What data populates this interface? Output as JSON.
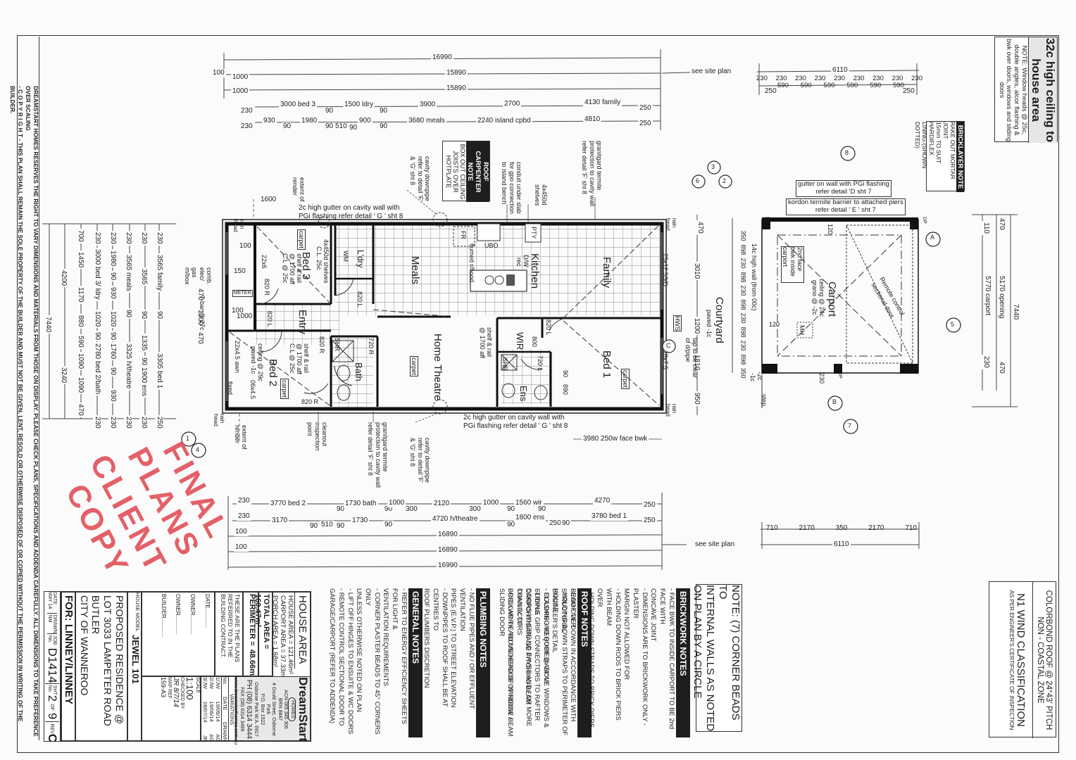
{
  "header_note": {
    "title_line1": "32c high ceiling to",
    "title_line2": "house area",
    "note_line1": "NOTE: Window heads @ 25c,",
    "note_line2": "double angles, alcor flashing &",
    "note_line3": "bwk over doors, windows and sliding doors"
  },
  "bricklayer_note": {
    "heading": "BRICKLAYER NOTE",
    "line1": "RAKE OUT MORTAR JOINT",
    "line2": "15mm TO SUIT HARDIFLEX",
    "line3": "LINING (SHOWN DOTTED)"
  },
  "roof_carpenter_note": {
    "heading1": "ROOF CARPENTER",
    "heading2": "NOTE",
    "line1": "BOX OUT CEILING",
    "line2": "JOISTS OVER",
    "line3": "HOTPLATE"
  },
  "top_dimensions": {
    "overall": "16990",
    "row2": "15890",
    "row3": "15890",
    "offset_100": "100",
    "offset_1000a": "1000",
    "offset_1000b": "1000",
    "row4": [
      "230",
      "3000 bed 3",
      "90",
      "1500 ldry",
      "90",
      "3900",
      "2700",
      "4130 family",
      "250"
    ],
    "row5": [
      "230",
      "930",
      "90",
      "1980",
      "90",
      "510",
      "90",
      "900",
      "90",
      "3680 meals",
      "2240 island cpbd",
      "4810",
      "250"
    ],
    "see_site_plan": "see site plan"
  },
  "carport_top_dimensions": {
    "overall": "6110",
    "piers": [
      "230",
      "230",
      "590",
      "230",
      "590",
      "230",
      "590",
      "230",
      "590",
      "230",
      "590",
      "230",
      "590",
      "230",
      "230"
    ],
    "ends": [
      "250",
      "250"
    ]
  },
  "bottom_dimensions": {
    "row1": [
      "230",
      "3770 bed 2",
      "90",
      "1730 bath",
      "90",
      "1000",
      "300",
      "2120",
      "300",
      "1000",
      "90",
      "1560 wir",
      "90",
      "4270",
      "250"
    ],
    "row2": [
      "230",
      "3170",
      "90",
      "510",
      "90",
      "1730",
      "90",
      "4720 h/theatre",
      "90",
      "1800 ens",
      "250",
      "90",
      "3780 bed 1",
      "250"
    ],
    "row3": "16890",
    "row4": "16890",
    "row5": "16990",
    "offset_100a": "100",
    "offset_100b": "100",
    "see_site_plan": "see site plan"
  },
  "carport_bottom_dimensions": {
    "overall": "6110",
    "segments": [
      "710",
      "2170",
      "350",
      "2170",
      "710"
    ]
  },
  "left_dimensions": {
    "overall": "7440",
    "row_4200": "4200",
    "row_3240": "3240",
    "col1": [
      "700",
      "1450",
      "1170",
      "880",
      "590",
      "1090",
      "1090",
      "470"
    ],
    "col2": [
      "230",
      "3000 bed 3/ ldry",
      "1020",
      "90",
      "2780 bed 2/bath",
      "230"
    ],
    "col3": [
      "230",
      "1980",
      "90",
      "930",
      "1020",
      "90",
      "1760",
      "90",
      "930",
      "230"
    ],
    "col4": [
      "230",
      "3565 meals",
      "90",
      "3325 h/theatre",
      "230"
    ],
    "col5": [
      "230",
      "3565",
      "90",
      "1335",
      "90",
      "1900 ens",
      "230"
    ],
    "col6": [
      "230",
      "3565 family",
      "90",
      "3305 bed 1",
      "250"
    ],
    "misc": [
      "150",
      "100",
      "100",
      "1000",
      "470",
      "1300",
      "470"
    ]
  },
  "right_dimensions": {
    "overall": "7440",
    "opening": "5170 opening",
    "carport": "5770 carport",
    "top": [
      "470",
      "110"
    ],
    "bottom": [
      "230",
      "470"
    ],
    "courtyard_col": [
      "470",
      "3010",
      "1200",
      "1810",
      "950"
    ],
    "pier_col": [
      "350",
      "898",
      "230",
      "898",
      "230",
      "898",
      "230",
      "898",
      "230",
      "898",
      "350"
    ]
  },
  "rooms": {
    "bed3": {
      "name": "Bed 3",
      "notes": [
        "shelf & rail",
        "@ 1700 aff",
        "C.L @ 25c"
      ],
      "floor": "carpet",
      "window": "22x6",
      "door": "820 R"
    },
    "ldry": {
      "name": "L'dry",
      "notes": [
        "4x450d shelves",
        "C.L. 25c"
      ],
      "fixture": "WM",
      "door": "820 L"
    },
    "meals": {
      "name": "Meals"
    },
    "kitchen": {
      "name": "Kitchen",
      "items": [
        "flumed r/hood",
        "UBO",
        "D/W",
        "rec",
        "PTY",
        "FR"
      ]
    },
    "family": {
      "name": "Family",
      "window": "25x12.5S/D"
    },
    "entry": {
      "name": "Entry",
      "door": "820 L",
      "meter": "METER",
      "comb": "comb. elec/ gas m/box",
      "tbar": "T-bar @ 27c"
    },
    "bed2": {
      "name": "Bed 2",
      "notes": [
        "shelf & rail",
        "@ 1700 aff",
        "C.L @ 25c"
      ],
      "floor": "carpet",
      "ceiling": [
        "ceiling @ 29c",
        "paved -1c"
      ],
      "window": [
        "22x4.5 awn",
        "fixed"
      ],
      "window2": "06x4.5",
      "door": "820 R"
    },
    "bath": {
      "name": "Bath",
      "door": "720 R",
      "door2": "820 R",
      "shr": "SHR"
    },
    "home_theatre": {
      "name": "Home Theatre",
      "floor": "carpet",
      "note": [
        "shelf & rail",
        "@ 1700 aff"
      ]
    },
    "wir": {
      "name": "WIR",
      "dim": "800",
      "door": "820 L"
    },
    "ens": {
      "name": "Ens",
      "door": "720 L",
      "shr": "SHR",
      "dims": [
        "90",
        "890"
      ]
    },
    "bed1": {
      "name": "Bed 1",
      "floor": "carpet",
      "window": "18x7.5",
      "hws": "HWS"
    },
    "courtyard": {
      "name": "Courtyard",
      "note": "paved -1c"
    },
    "carport": {
      "name": "Carport",
      "notes": [
        "ceiling @ 24c",
        "grano @ -2c"
      ],
      "mh": "MH",
      "bwk": "2nd face bwk inside carport",
      "wall": "14c high wall (from 00c)",
      "door": [
        "Remote control",
        "sectional door"
      ],
      "dims": [
        "120",
        "120",
        "230"
      ],
      "levels": [
        "-2c",
        "-1c",
        "step"
      ]
    }
  },
  "annotations": {
    "gutter_top": [
      "2c high gutter on cavity wall with",
      "PGi flashing refer detail ' G ' sht 8"
    ],
    "gutter_bottom": [
      "2c high gutter on cavity wall with",
      "PGi flashing refer detail ' G ' sht 8"
    ],
    "downpipe_top": [
      "cavity downpipe",
      "refer to detail 'F'",
      "& 'G' sht 8"
    ],
    "downpipe_bottom": [
      "cavity downpipe",
      "refer to detail 'F'",
      "& 'G' sht 8"
    ],
    "termite_top": [
      "granitgard termite",
      "protection to cavity wall",
      "refer detail 'F' sht 8"
    ],
    "termite_bottom": [
      "granitgard termite",
      "protection to cavity wall",
      "refer detail 'F' sht 8"
    ],
    "conduit": [
      "conduit under slab",
      "for gpo connection",
      "to island bench"
    ],
    "shelves": [
      "4x450d",
      "shelves"
    ],
    "render_top": [
      "extent of",
      "render"
    ],
    "render_bottom": [
      "extent of",
      "render"
    ],
    "render_dim": "1600",
    "cleanout": [
      "cleanout",
      "inspection",
      "point"
    ],
    "face_bwk": "3980 250w face bwk",
    "tap": [
      "tap to be clear",
      "of d/pipe"
    ],
    "rain_head": [
      "rain",
      "head"
    ],
    "carport_gutter": [
      "gutter on wall with PGi flashing",
      "refer detail 'D sht 7"
    ],
    "kordon": [
      "kordon termite barrier to attached piers",
      "refer detail ' E ' sht 7"
    ],
    "section_markers": [
      "8",
      "3",
      "2",
      "6",
      "A",
      "6",
      "5",
      "B",
      "6",
      "C",
      "7",
      "7",
      "1",
      "4"
    ],
    "dp": "DP"
  },
  "stamp": {
    "line1": "FINAL",
    "line2": "PLANS",
    "line3": "CLIENT",
    "line4": "COPY",
    "color": "#e0454f"
  },
  "roof_spec": {
    "line1": "COLORBOND ROOF @ 24°43' PITCH",
    "line2": "NON - COASTAL ZONE",
    "line3": "N1 WIND CLASSIFICATION",
    "line4": "AS PER ENGINEER'S CERTIFICATE OF INSPECTION"
  },
  "corner_bead_note": {
    "line1": "NOTE: (7) CORNER BEADS TO",
    "line2": "INTERNAL WALLS AS NOTED",
    "line3": "ON PLAN BY A CIRCLE"
  },
  "brickwork_notes": {
    "heading": "BRICKWORK NOTES",
    "items": [
      "- FACE BWK TO INSIDE CARPORT TO BE 2nd FACE WITH",
      "  CONCAVE JOINT",
      "- DIMENSIONS ARE TO BRICKWORK ONLY - PLASTER",
      "  MARGIN NOT ALLOWED FOR",
      "- HOLDING DOWN RODS TO BRICK PIERS WITH BEAM",
      "  OVER",
      "- HOLDING DOWN STRAPS TO BRICK PIERS WITH NO",
      "  BEAM OVER",
      "- HOLDING DOWN STRAPS TO PERIMETER OF HOUSE",
      "- FLASHING REQUIRED ABOVE WINDOWS & SLIDING",
      "  DOORS WHERE NO EAVES AND / OR MORE THAN 3c OF",
      "  BRICKWORK ABOVE HEAD OF WINDOW / SLIDING DOOR"
    ]
  },
  "roof_notes": {
    "heading": "ROOF NOTES",
    "items": [
      "- ROOF TIE DOWN IN ACCORDANCE WITH STRUCTURAL",
      "  ENGINEER'S DETAIL",
      "- COLORBOND ROOF @ 24°43'",
      "- TRIPLE GRIP CONNECTORS TO RAFTER",
      "  CARPORT/GARAGE PITCHING BEAM CONNECTORS",
      "- COLLAR TIE TO UNDERSIDE OF RIDGE BEAM"
    ]
  },
  "plumbing_notes": {
    "heading": "PLUMBING NOTES",
    "items": [
      "- NO FLUE PIPES AND / OR EFFLUENT VENTILATION",
      "  PIPES (E.V.P.) TO STREET ELEVATION",
      "- DOWNPIPES TO ROOF SHALL BE AT CENTRES TO",
      "  ROOF PLUMBERS DISCRETION"
    ]
  },
  "general_notes": {
    "heading": "GENERAL NOTES",
    "items": [
      "- REFER TO ENERGY EFFICIENCY SHEETS FOR LIGHT &",
      "  VENTILATION REQUIREMENTS",
      "- CORNER PLASTER BEADS TO 45° CORNERS ONLY",
      "  UNLESS OTHERWISE NOTED ON PLAN",
      "- LIFT OFF HINGES TO ENSUITE & WC DOORS",
      "- REMOTE CONTROL SECTIONAL DOOR TO",
      "  GARAGE/CARPORT (REFER TO ADDENDA)"
    ]
  },
  "title_block": {
    "house_area_heading": "HOUSE AREA",
    "house_area": "HOUSE AREA =    121.46m²",
    "carport_area": "CARPORT AREA =  37.33m²",
    "porch_area": "PORCH AREA =     1.68m²",
    "total_area": "TOTAL AREA = 160.47m²",
    "perimeter_label": "PERIMETER =",
    "perimeter": "48.66m",
    "contract_note": [
      "THESE ARE THE PLANS",
      "REFERRED TO IN THE",
      "BUILDING CONTRACT."
    ],
    "date_label": "DATE",
    "owner_label_1": "OWNER",
    "owner_label_2": "OWNER",
    "builder_label": "BUILDER",
    "house_model_label": "HOUSE MODEL",
    "house_model": "JEWEL 101",
    "project": [
      "PROPOSED RESIDENCE @",
      "LOT 3033 LAMPETER ROAD",
      "BUTLER",
      "CITY OF WANNEROO"
    ],
    "for": "FOR: LINNEY/LINNEY",
    "company": {
      "name": "DreamStart",
      "logo_text": "HOMES",
      "acn": "ACN 065 345 306",
      "brn": "BRN 8847",
      "address": "4 Gould Street, Osborne Park",
      "po_box": "P.O. Box 1522",
      "suburb": "Osborne Park W.A. 6917",
      "phone": "PH (08) 6314 3444",
      "fax": "FAX (08) 6314 3499",
      "web": "www.dreamstarthomes.com.au"
    },
    "variations": {
      "heading": "VARIATIONS",
      "columns": [
        "No.",
        "DATE",
        "DRAWN"
      ],
      "rows": [
        [
          "1/JW",
          "19/06/14",
          "AG"
        ],
        [
          "2/JW",
          "19/06/14",
          "AG"
        ],
        [
          "3/JW",
          "08/07/14",
          "JR"
        ]
      ]
    },
    "scale_label": "SCALE",
    "scale": "1:100",
    "checked_by_label": "CHECKED BY",
    "checked_by": "JR 8/7/14",
    "map_ref_label": "MAP REF",
    "map_ref": "159-A3",
    "date_field_label": "DATE",
    "date_value": "MAY 14",
    "drawn_label": "DRAWN",
    "drawn_value": "NM",
    "job_label": "JOB No.",
    "job_value": "D1414",
    "sheet_label": "SHT No.",
    "sheet_value": "2",
    "sheet_of": "OF",
    "sheet_total": "9",
    "rev_label": "REV",
    "rev_value": "C"
  },
  "disclaimer": {
    "line1": "DREAMSTART HOMES RESERVES THE RIGHT TO VARY DIMENSIONS AND MATERIALS FROM THOSE ON DISPLAY. PLEASE CHECK PLANS, SPECIFICATIONS AND ADDENDA CAREFULLY. ALL DIMENSIONS TO TAKE PREFERENCE OVER SCALING",
    "line2": "- C O P Y R I G H T - THIS PLAN SHALL REMAIN THE SOLE PROPERTY OF THE BUILDER AND MUST NOT BE GIVEN, LENT, RESOLD OR OTHERWISE DISPOSED OF OR COPIED WITHOUT THE PERMISSION IN WRITING OF THE BUILDER."
  }
}
